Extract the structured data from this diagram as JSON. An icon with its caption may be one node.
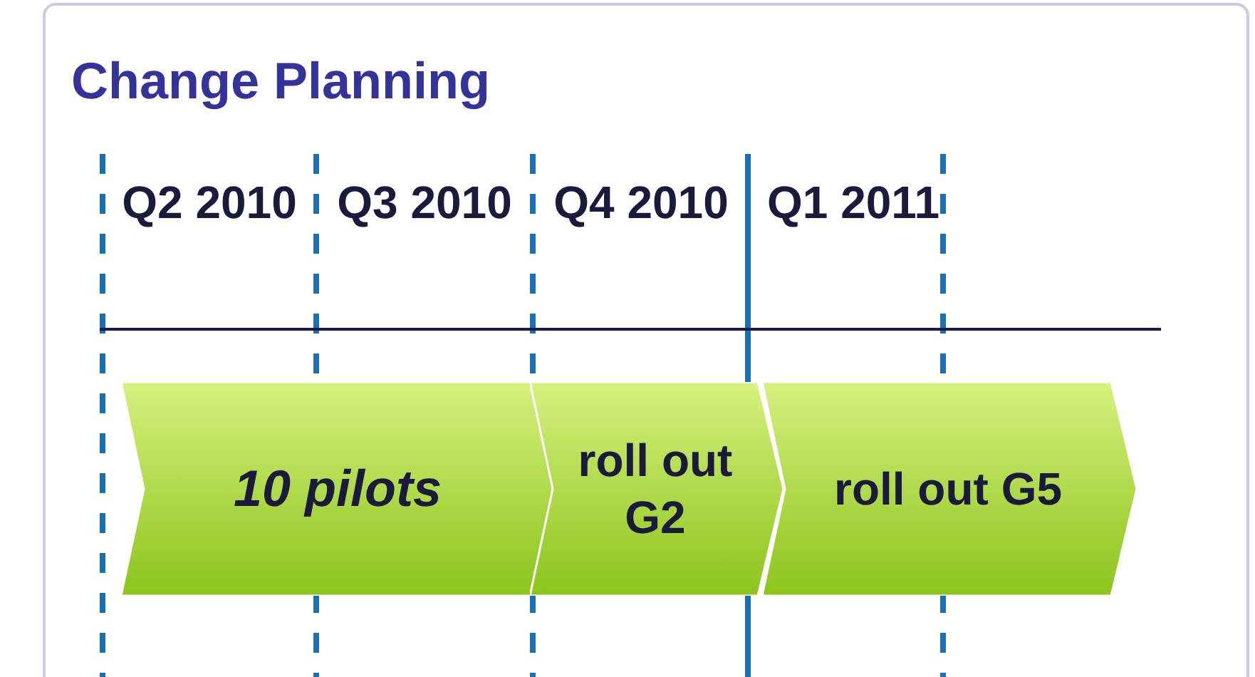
{
  "diagram": {
    "title": "Change Planning",
    "nodes": [
      {
        "text": [
          "10 pilots"
        ]
      },
      {
        "text": [
          "roll out G2"
        ]
      },
      {
        "text": [
          "roll out G5"
        ]
      }
    ],
    "edges": [],
    "labels": [
      "Q2 2010",
      "Q3 2010",
      "Q4 2010",
      "Q1 2011"
    ]
  }
}
